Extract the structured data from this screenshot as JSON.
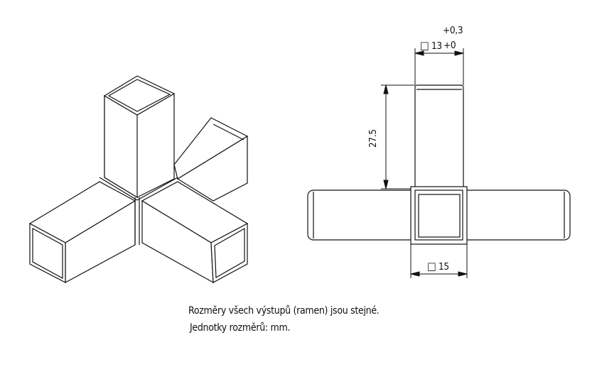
{
  "dimensions": {
    "tolerance_upper": "+0,3",
    "tolerance_lower": "+0",
    "inner_size": "13",
    "arm_length": "27.5",
    "outer_size": "15",
    "square_symbol": "□"
  },
  "notes": {
    "line1": "Rozměry všech výstupů (ramen) jsou stejné.",
    "line2": "Jednotky rozměrů: mm."
  },
  "colors": {
    "line": "#111111"
  }
}
